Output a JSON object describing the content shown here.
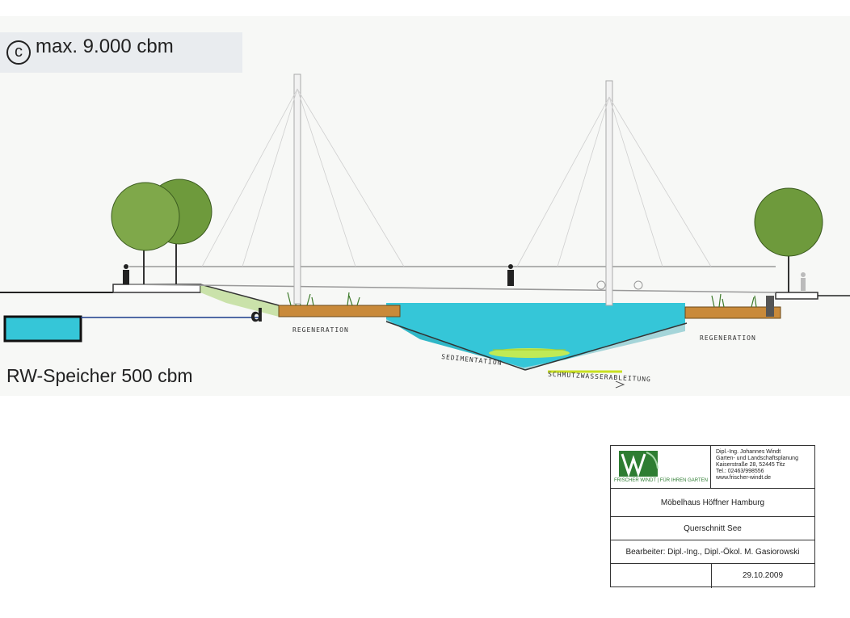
{
  "labels": {
    "variant_letter": "c",
    "volume_max": "max. 9.000 cbm",
    "level_marker": "d",
    "storage": "RW-Speicher 500 cbm"
  },
  "annotations": {
    "regeneration_left": "REGENERATION",
    "regeneration_right": "REGENERATION",
    "sedimentation": "SEDIMENTATION",
    "drainage": "SCHMUTZWASSERABLEITUNG"
  },
  "title_block": {
    "logo_slogan": "FRISCHER WINDT | FÜR IHREN GARTEN",
    "address_lines": [
      "Dipl.-Ing. Johannes Windt",
      "Garten- und Landschaftsplanung",
      "Kaiserstraße 28, 52445 Titz",
      "Tel.: 02463/998556",
      "www.frischer-windt.de"
    ],
    "project": "Möbelhaus Höffner Hamburg",
    "drawing_title": "Querschnitt See",
    "author": "Bearbeiter: Dipl.-Ing., Dipl.-Ökol. M. Gasiorowski",
    "date": "29.10.2009"
  },
  "colors": {
    "water": "#35c6d8",
    "tree": "#6e9a3c",
    "planter": "#c98a3a",
    "sediment": "#d8f040",
    "logo_green": "#2e7d32"
  }
}
